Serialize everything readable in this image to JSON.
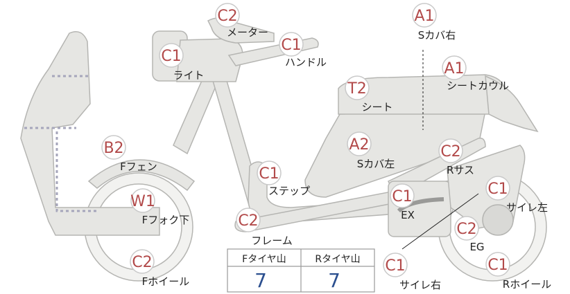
{
  "parts": [
    {
      "key": "meter",
      "grade": "C2",
      "label": "メーター"
    },
    {
      "key": "s-cover-right",
      "grade": "A1",
      "label": "Sカバ右"
    },
    {
      "key": "light",
      "grade": "C1",
      "label": "ライト"
    },
    {
      "key": "handle",
      "grade": "C1",
      "label": "ハンドル"
    },
    {
      "key": "seat-cowl",
      "grade": "A1",
      "label": "シートカウル"
    },
    {
      "key": "seat",
      "grade": "T2",
      "label": "シート"
    },
    {
      "key": "f-fender",
      "grade": "B2",
      "label": "Fフェン"
    },
    {
      "key": "s-cover-left",
      "grade": "A2",
      "label": "Sカバ左"
    },
    {
      "key": "r-suspension",
      "grade": "C2",
      "label": "Rサス"
    },
    {
      "key": "step",
      "grade": "C1",
      "label": "ステップ"
    },
    {
      "key": "silencer-left",
      "grade": "C1",
      "label": "サイレ左"
    },
    {
      "key": "f-fork-lower",
      "grade": "W1",
      "label": "Fフォク下"
    },
    {
      "key": "ex",
      "grade": "C1",
      "label": "EX"
    },
    {
      "key": "frame",
      "grade": "C2",
      "label": "フレーム"
    },
    {
      "key": "eg",
      "grade": "C2",
      "label": "EG"
    },
    {
      "key": "f-wheel",
      "grade": "C2",
      "label": "Fホイール"
    },
    {
      "key": "silencer-right",
      "grade": "C1",
      "label": "サイレ右"
    },
    {
      "key": "r-wheel",
      "grade": "C1",
      "label": "Rホイール"
    }
  ],
  "tire_table": {
    "headers": [
      "Fタイヤ山",
      "Rタイヤ山"
    ],
    "values": [
      "7",
      "7"
    ]
  },
  "colors": {
    "body_fill": "#e6e6e3",
    "body_stroke": "#b5b5b2",
    "grade_text": "#b24a4a",
    "value_text": "#2b4f8f"
  }
}
